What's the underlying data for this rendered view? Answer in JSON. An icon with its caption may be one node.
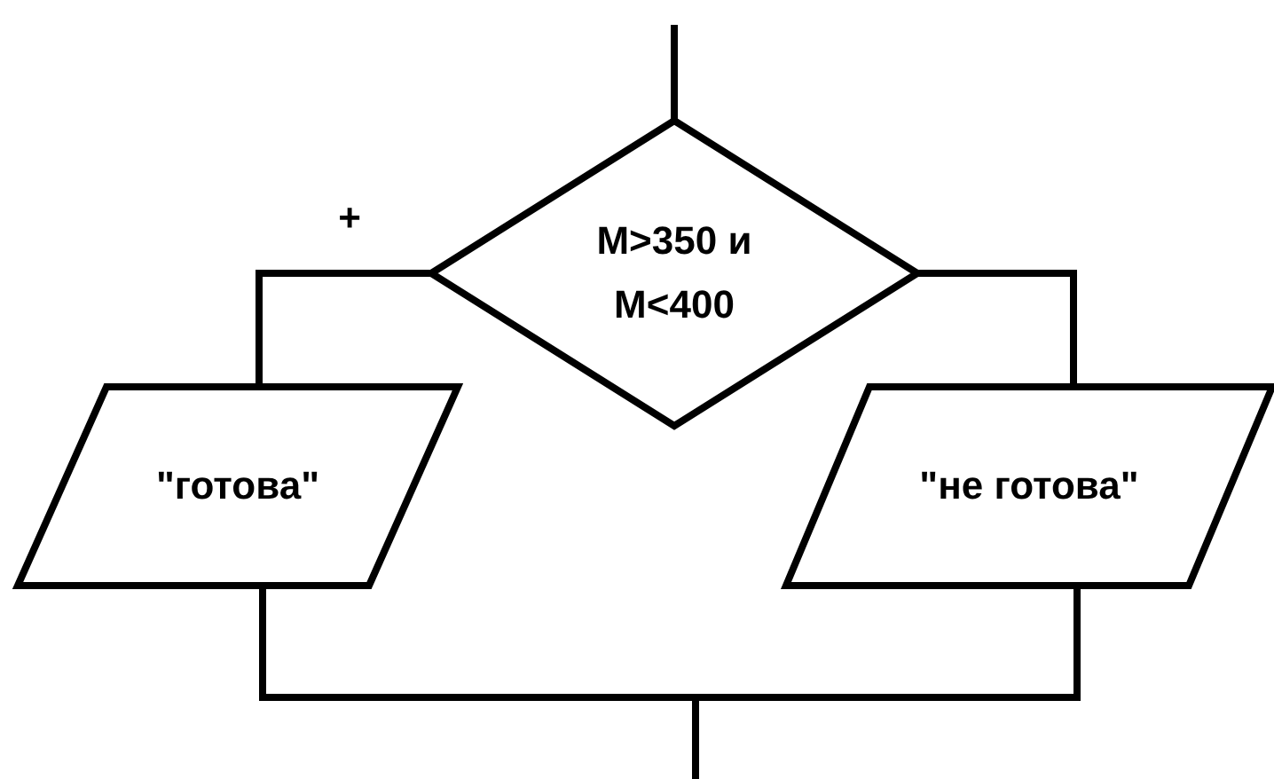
{
  "diagram": {
    "nodes": [
      {
        "text": [
          "M>350 и M<400"
        ]
      },
      {
        "text": [
          "\"готова\""
        ]
      },
      {
        "text": [
          "\"не готова\""
        ]
      }
    ],
    "edges": [
      {
        "from": null,
        "to": 0,
        "arrow": "none"
      },
      {
        "from": 0,
        "to": 1,
        "arrow": "none",
        "label": "+"
      },
      {
        "from": 0,
        "to": 2,
        "arrow": "none"
      },
      {
        "from": 1,
        "to": null,
        "arrow": "none"
      },
      {
        "from": 2,
        "to": null,
        "arrow": "none"
      }
    ]
  }
}
